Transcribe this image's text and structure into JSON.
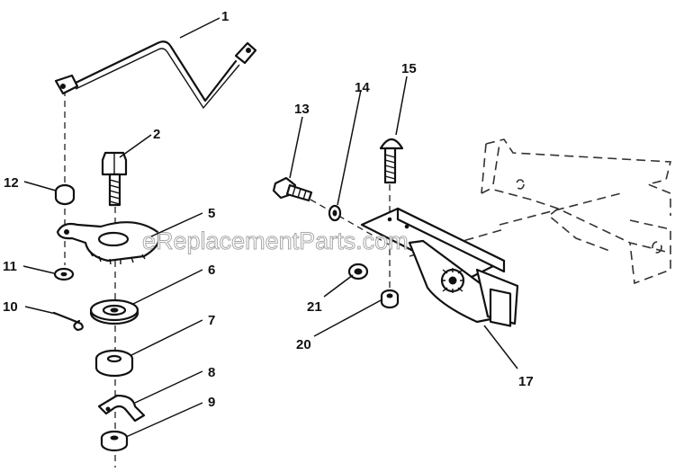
{
  "diagram": {
    "watermark": "eReplacementParts.com",
    "callouts": [
      {
        "id": "1",
        "text": "1"
      },
      {
        "id": "2",
        "text": "2"
      },
      {
        "id": "5",
        "text": "5"
      },
      {
        "id": "6",
        "text": "6"
      },
      {
        "id": "7",
        "text": "7"
      },
      {
        "id": "8",
        "text": "8"
      },
      {
        "id": "9",
        "text": "9"
      },
      {
        "id": "10",
        "text": "10"
      },
      {
        "id": "11",
        "text": "11"
      },
      {
        "id": "12",
        "text": "12"
      },
      {
        "id": "13",
        "text": "13"
      },
      {
        "id": "14",
        "text": "14"
      },
      {
        "id": "15",
        "text": "15"
      },
      {
        "id": "17",
        "text": "17"
      },
      {
        "id": "20",
        "text": "20"
      },
      {
        "id": "21",
        "text": "21"
      }
    ]
  }
}
